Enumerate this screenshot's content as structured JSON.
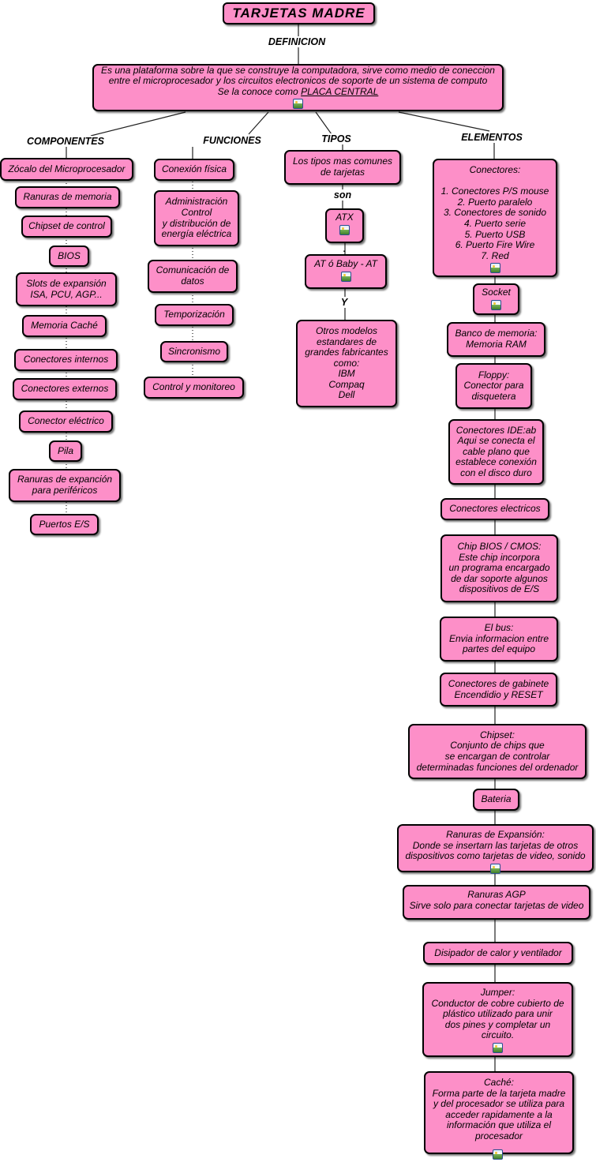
{
  "title": "TARJETAS MADRE",
  "labels": {
    "definicion": "DEFINICION",
    "componentes": "COMPONENTES",
    "funciones": "FUNCIONES",
    "tipos": "TIPOS",
    "elementos": "ELEMENTOS",
    "son": "son",
    "y": "Y"
  },
  "definition": {
    "text": "Es una plataforma sobre la que se construye la computadora, sirve como medio de coneccion\nentre el microprocesador y los circuitos electronicos de soporte de un sistema de computo\nSe la conoce como ",
    "link": "PLACA CENTRAL"
  },
  "componentes": [
    "Zócalo del Microprocesador",
    "Ranuras de memoria",
    "Chipset de control",
    "BIOS",
    "Slots de expansión\nISA, PCU, AGP...",
    "Memoria Caché",
    "Conectores internos",
    "Conectores externos",
    "Conector eléctrico",
    "Pila",
    "Ranuras de expanción\npara periféricos",
    "Puertos E/S"
  ],
  "funciones": [
    "Conexión física",
    "Administración\nControl\ny distribución de\nenergía eléctrica",
    "Comunicación de\ndatos",
    "Temporización",
    "Sincronismo",
    "Control y monitoreo"
  ],
  "tipos": [
    "Los tipos mas comunes\nde tarjetas",
    "ATX",
    "AT ó Baby - AT",
    "Otros modelos\nestandares de\ngrandes fabricantes\ncomo:\nIBM\nCompaq\nDell"
  ],
  "elementos": [
    "Conectores:\n\n1. Conectores P/S mouse\n2. Puerto paralelo\n3. Conectores de sonido\n4. Puerto serie\n5. Puerto USB\n6. Puerto Fire Wire\n7. Red",
    "Socket",
    "Banco de memoria:\nMemoria RAM",
    "Floppy:\nConector para\ndisquetera",
    "Conectores IDE:ab\nAqui se conecta el\ncable plano que\nestablece conexión\ncon el disco duro",
    "Conectores electricos",
    "Chip BIOS / CMOS:\nEste chip incorpora\nun programa encargado\nde dar soporte algunos\ndispositivos de E/S",
    "El bus:\nEnvia informacion entre\npartes del equipo",
    "Conectores de gabinete\nEncendidio y RESET",
    "Chipset:\nConjunto de chips que\nse encargan de controlar\ndeterminadas funciones del ordenador",
    "Bateria",
    "Ranuras de Expansión:\nDonde se insertarn las tarjetas de otros\ndispositivos como tarjetas de video, sonido",
    "Ranuras AGP\nSirve solo para conectar tarjetas de video",
    "Disipador de calor y ventilador",
    "Jumper:\nConductor de cobre cubierto de\nplástico utilizado para unir\ndos pines y completar un\ncircuito.",
    "Caché:\nForma parte de la tarjeta madre\ny del procesador se utiliza para\nacceder rapidamente a la\ninformación que utiliza el\nprocesador"
  ],
  "icons": [
    "image-icon"
  ],
  "colors": {
    "node_fill": "#fd8fc8",
    "border": "#000000"
  }
}
